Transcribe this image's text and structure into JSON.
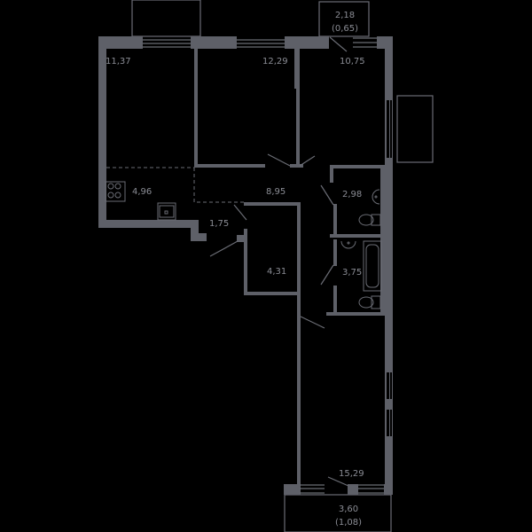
{
  "plan": {
    "background": "#000000",
    "wall_color": "#5e6068",
    "line_color": "#6a6c74",
    "label_color": "#8a8c94",
    "rooms": [
      {
        "id": "bedroom-1",
        "area": "11,37"
      },
      {
        "id": "bedroom-2",
        "area": "12,29"
      },
      {
        "id": "bedroom-3",
        "area": "10,75"
      },
      {
        "id": "kitchen",
        "area": "4,96"
      },
      {
        "id": "hall",
        "area": "8,95"
      },
      {
        "id": "corridor",
        "area": "1,75"
      },
      {
        "id": "storage",
        "area": "4,31"
      },
      {
        "id": "bathroom-1",
        "area": "2,98"
      },
      {
        "id": "bathroom-2",
        "area": "3,75"
      },
      {
        "id": "living-room",
        "area": "15,29"
      }
    ],
    "balconies": [
      {
        "id": "balcony-top",
        "area": "2,18",
        "reduced": "(0,65)"
      },
      {
        "id": "balcony-bottom",
        "area": "3,60",
        "reduced": "(1,08)"
      }
    ]
  }
}
